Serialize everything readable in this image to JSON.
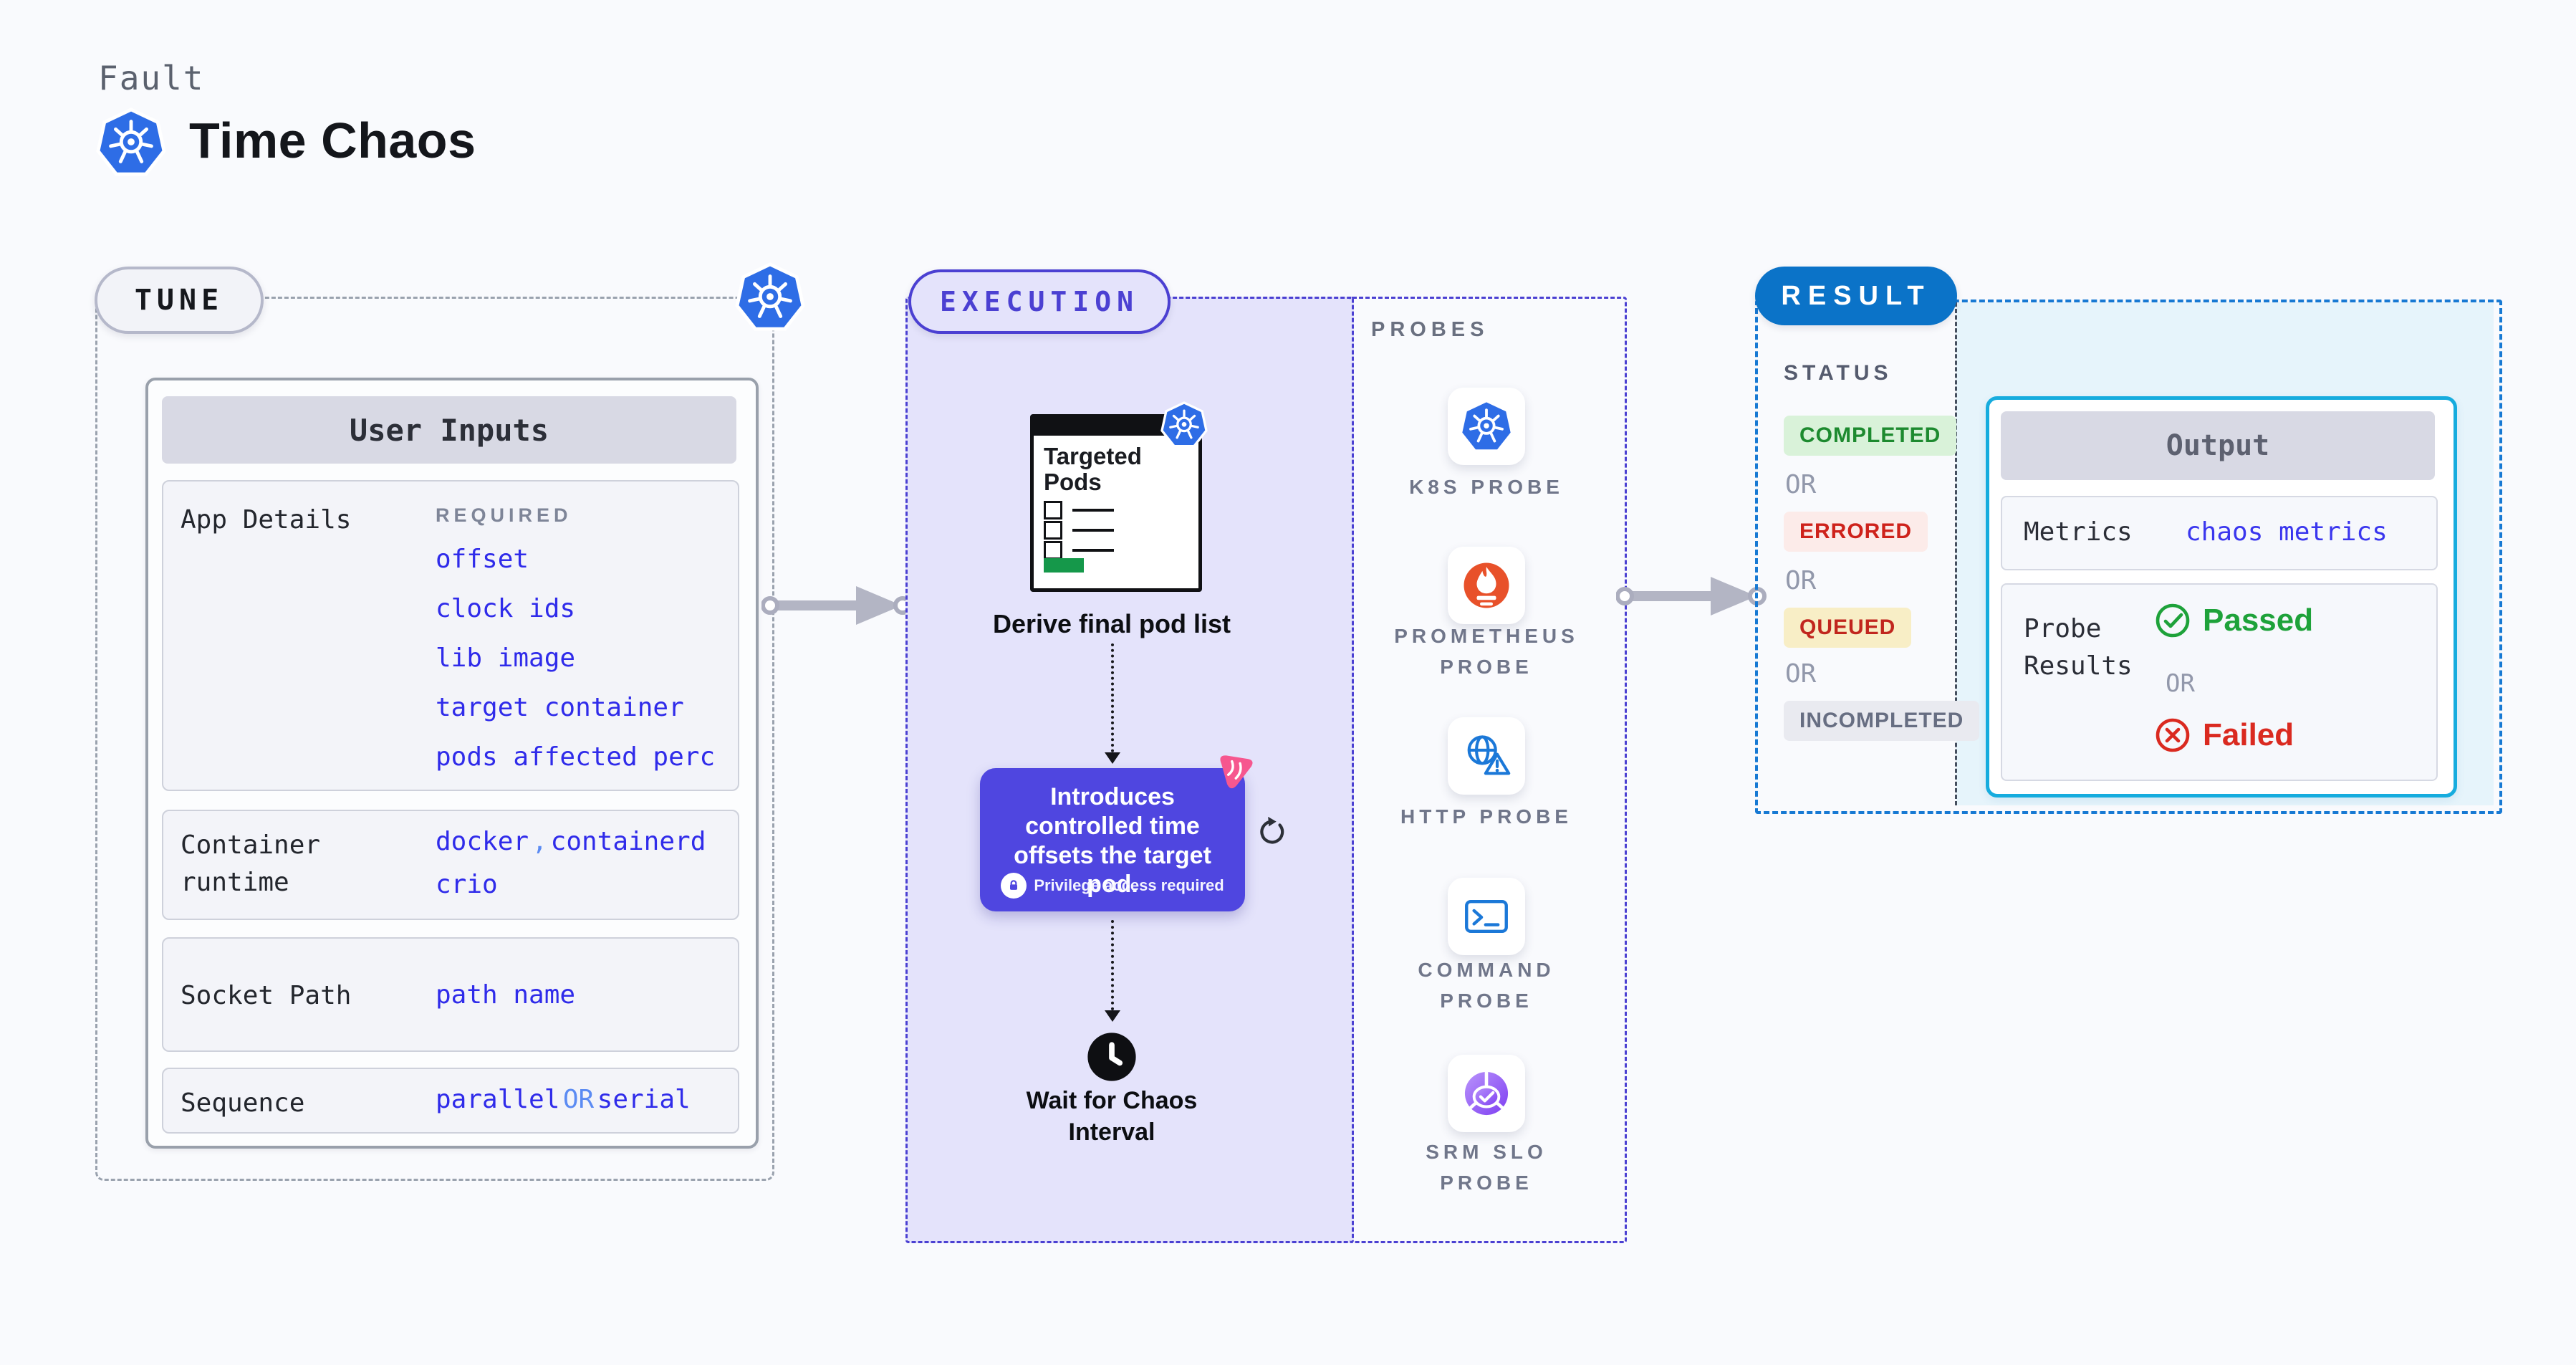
{
  "header": {
    "eyebrow": "Fault",
    "title": "Time Chaos"
  },
  "tune": {
    "pill": "TUNE",
    "card_title": "User Inputs",
    "app_details": {
      "label": "App Details",
      "tag": "REQUIRED",
      "links": [
        "offset",
        "clock ids",
        "lib image",
        "target container",
        "pods affected perc"
      ]
    },
    "container_runtime": {
      "label": "Container runtime",
      "v1": "docker",
      "sep": ",",
      "v2": "containerd",
      "v3": "crio"
    },
    "socket_path": {
      "label": "Socket Path",
      "value": "path name"
    },
    "sequence": {
      "label": "Sequence",
      "v1": "parallel",
      "or": "OR",
      "v2": "serial"
    }
  },
  "execution": {
    "pill": "EXECUTION",
    "pods_card_title": "Targeted Pods",
    "derive_label": "Derive final pod list",
    "tooltip_text": "Introduces controlled time offsets the target pod.",
    "privilege_note": "Privilege access required",
    "wait_label": "Wait for Chaos Interval"
  },
  "probes": {
    "title": "PROBES",
    "items": [
      {
        "label": "K8S PROBE",
        "icon": "kubernetes-icon"
      },
      {
        "label": "PROMETHEUS PROBE",
        "icon": "prometheus-icon"
      },
      {
        "label": "HTTP PROBE",
        "icon": "http-globe-warning-icon"
      },
      {
        "label": "COMMAND PROBE",
        "icon": "terminal-icon"
      },
      {
        "label": "SRM SLO PROBE",
        "icon": "slo-pie-check-icon"
      }
    ]
  },
  "result": {
    "pill": "RESULT",
    "status_title": "STATUS",
    "or": "OR",
    "badges": [
      "COMPLETED",
      "ERRORED",
      "QUEUED",
      "INCOMPLETED"
    ],
    "output": {
      "title": "Output",
      "metrics_label": "Metrics",
      "metrics_value": "chaos metrics",
      "probe_label": "Probe Results",
      "passed": "Passed",
      "or": "OR",
      "failed": "Failed"
    }
  },
  "colors": {
    "page_bg": "#f9fafd",
    "link_blue": "#2f2bea",
    "soft_blue": "#5b8bf3",
    "execution_accent": "#4b40d2",
    "execution_bg": "#e4e3fb",
    "tooltip_purple": "#4f46e0",
    "result_border": "#1779d3",
    "result_pill_bg": "#0b73c8",
    "result_cyan_bg": "#e6f4fb",
    "output_border": "#16acde",
    "completed_green": "#1d8a2f",
    "errored_red": "#ce221b",
    "queued_yellow_bg": "#f8eec6",
    "passed_green": "#1ea23a",
    "failed_red": "#da2a20",
    "pods_green": "#15984a",
    "kubernetes_blue": "#2e6de6",
    "prometheus_orange": "#e8512a"
  }
}
